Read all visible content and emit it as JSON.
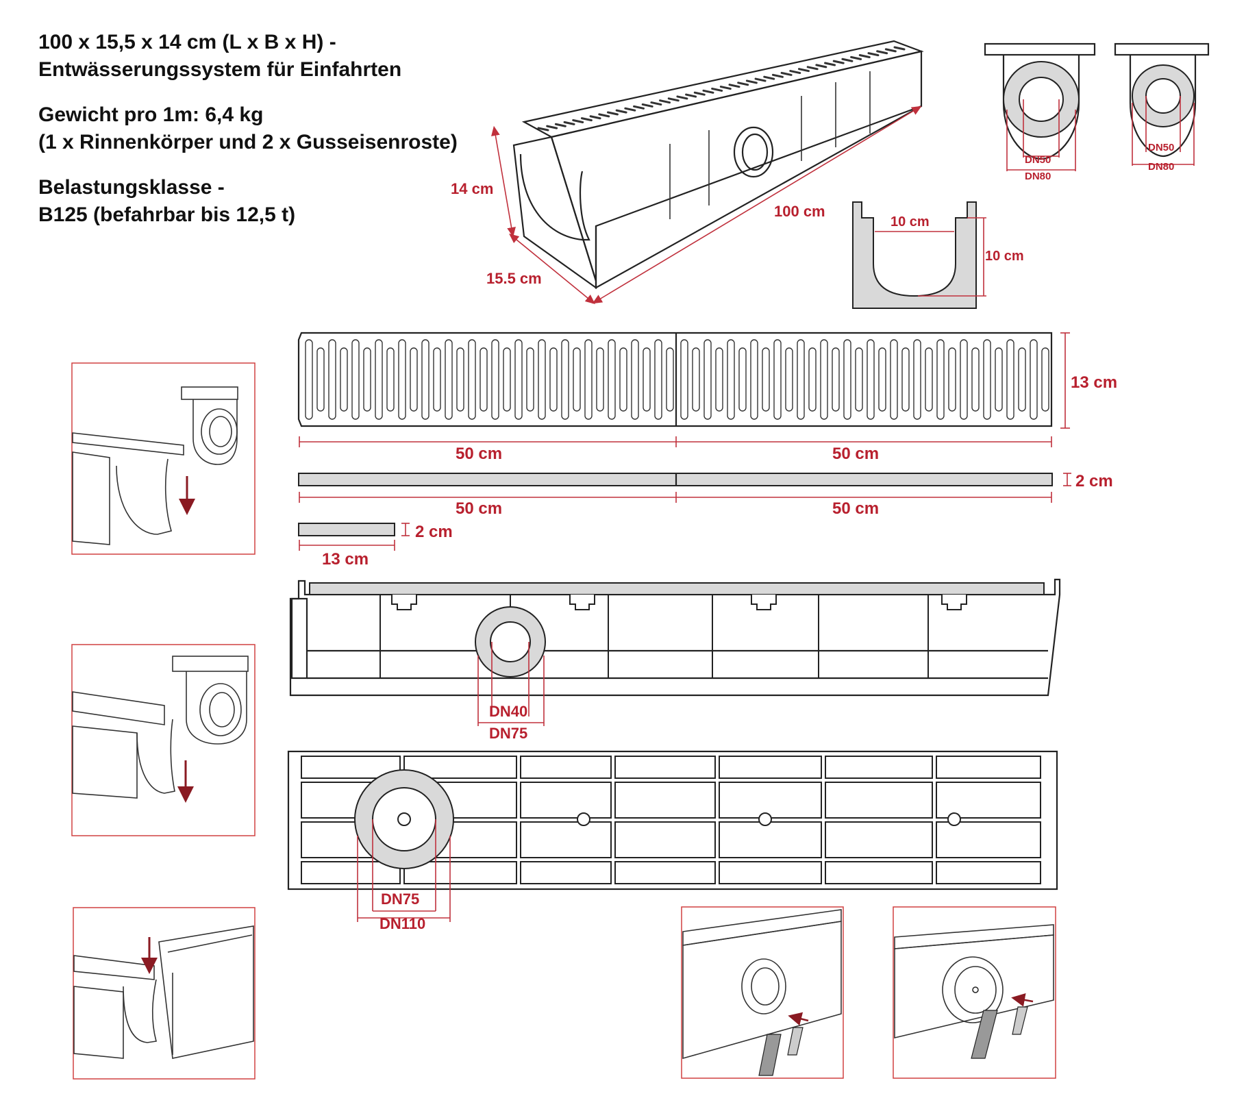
{
  "specs": {
    "line1": "100 x 15,5 x 14 cm (L x B x H) -",
    "line2": "Entwässerungssystem für Einfahrten",
    "line3": "Gewicht pro 1m: 6,4 kg",
    "line4": "(1 x Rinnenkörper und 2 x Gusseisenroste)",
    "line5": "Belastungsklasse -",
    "line6": "B125 (befahrbar bis 12,5 t)"
  },
  "dims": {
    "height": "14 cm",
    "length": "100 cm",
    "width": "15.5 cm",
    "inner_width": "10 cm",
    "inner_height": "10 cm",
    "dn50a": "DN50",
    "dn80a": "DN80",
    "dn50b": "DN50",
    "dn80b": "DN80",
    "grate_height": "13 cm",
    "grate_left": "50 cm",
    "grate_right": "50 cm",
    "bar_left": "50 cm",
    "bar_right": "50 cm",
    "bar_thickness": "2 cm",
    "small_thickness": "2 cm",
    "small_width": "13 cm",
    "dn40": "DN40",
    "dn75a": "DN75",
    "dn75b": "DN75",
    "dn110": "DN110"
  },
  "colors": {
    "accent": "#b8202e",
    "line": "#222222",
    "fill": "#d9d9d9"
  }
}
